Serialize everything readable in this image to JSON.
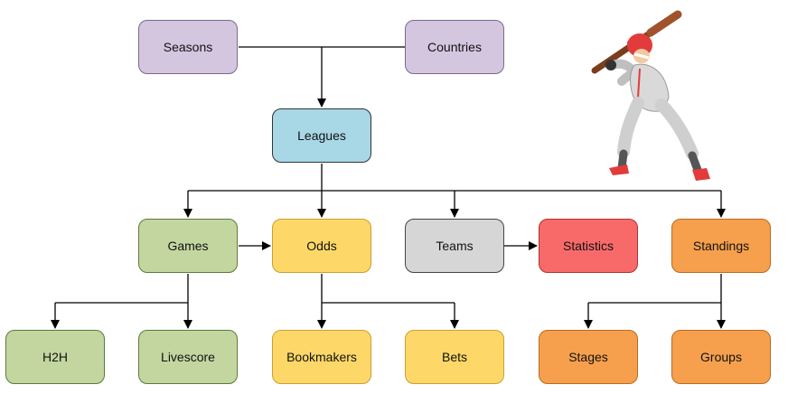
{
  "nodes": {
    "seasons": {
      "label": "Seasons",
      "color": "#d5c6e0"
    },
    "countries": {
      "label": "Countries",
      "color": "#d5c6e0"
    },
    "leagues": {
      "label": "Leagues",
      "color": "#a8d8e6"
    },
    "games": {
      "label": "Games",
      "color": "#c4d6a0"
    },
    "odds": {
      "label": "Odds",
      "color": "#fdd868"
    },
    "teams": {
      "label": "Teams",
      "color": "#d6d6d6"
    },
    "statistics": {
      "label": "Statistics",
      "color": "#f86a6a"
    },
    "standings": {
      "label": "Standings",
      "color": "#f6a04d"
    },
    "h2h": {
      "label": "H2H",
      "color": "#c4d6a0"
    },
    "livescore": {
      "label": "Livescore",
      "color": "#c4d6a0"
    },
    "bookmakers": {
      "label": "Bookmakers",
      "color": "#fdd868"
    },
    "bets": {
      "label": "Bets",
      "color": "#fdd868"
    },
    "stages": {
      "label": "Stages",
      "color": "#f6a04d"
    },
    "groups": {
      "label": "Groups",
      "color": "#f6a04d"
    }
  },
  "illustration": {
    "icon": "baseball-batter-icon"
  }
}
